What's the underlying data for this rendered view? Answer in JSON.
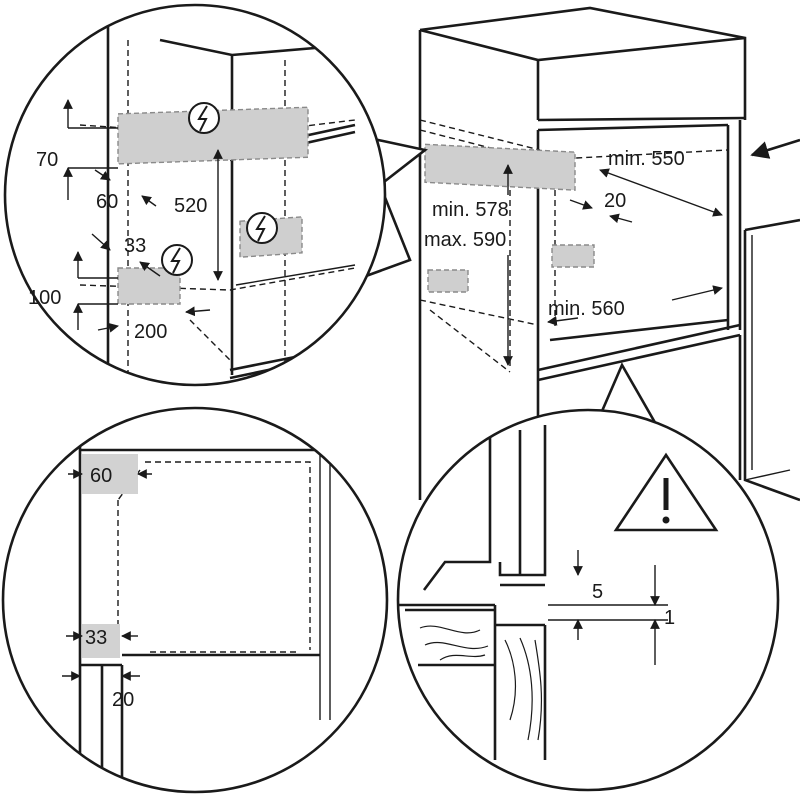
{
  "dimensions": {
    "detail_top": {
      "d70": "70",
      "d60": "60",
      "d520": "520",
      "d33": "33",
      "d100": "100",
      "d200": "200"
    },
    "main": {
      "min578": "min. 578",
      "max590": "max. 590",
      "min550": "min. 550",
      "d20": "20",
      "min560": "min. 560"
    },
    "detail_bottom_left": {
      "d60": "60",
      "d33": "33",
      "d20": "20"
    },
    "detail_bottom_right": {
      "d5": "5",
      "d1": "1"
    }
  },
  "icons": {
    "electric": "electrical-connection-icon",
    "warning": "warning-triangle-icon"
  },
  "colors": {
    "line": "#1a1a1a",
    "shaded_zone": "#cfcfcf"
  }
}
